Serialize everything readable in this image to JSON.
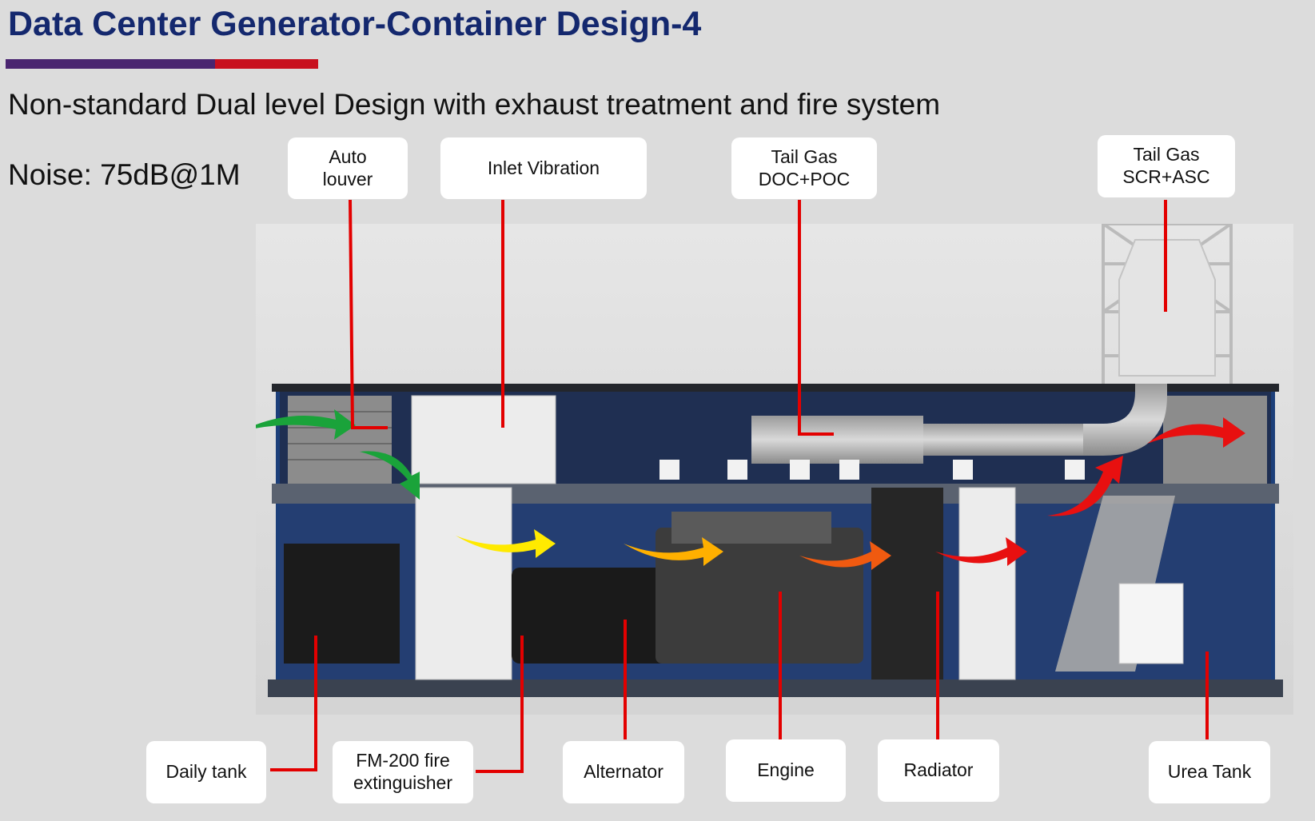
{
  "title": "Data Center Generator-Container Design-4",
  "subtitle": "Non-standard Dual level Design with exhaust treatment and fire system",
  "noise": "Noise: 75dB@1M",
  "colors": {
    "title": "#14286e",
    "accent_purple": "#4a2570",
    "accent_red": "#c8101e",
    "leader": "#e30000"
  },
  "labels": {
    "auto_louver": [
      "Auto",
      "louver"
    ],
    "inlet_vibration": "Inlet Vibration",
    "tail_gas_doc": [
      "Tail Gas",
      "DOC+POC"
    ],
    "tail_gas_scr": [
      "Tail Gas",
      "SCR+ASC"
    ],
    "daily_tank": "Daily tank",
    "fm200": [
      "FM-200 fire",
      "extinguisher"
    ],
    "alternator": "Alternator",
    "engine": "Engine",
    "radiator": "Radiator",
    "urea_tank": "Urea Tank"
  }
}
